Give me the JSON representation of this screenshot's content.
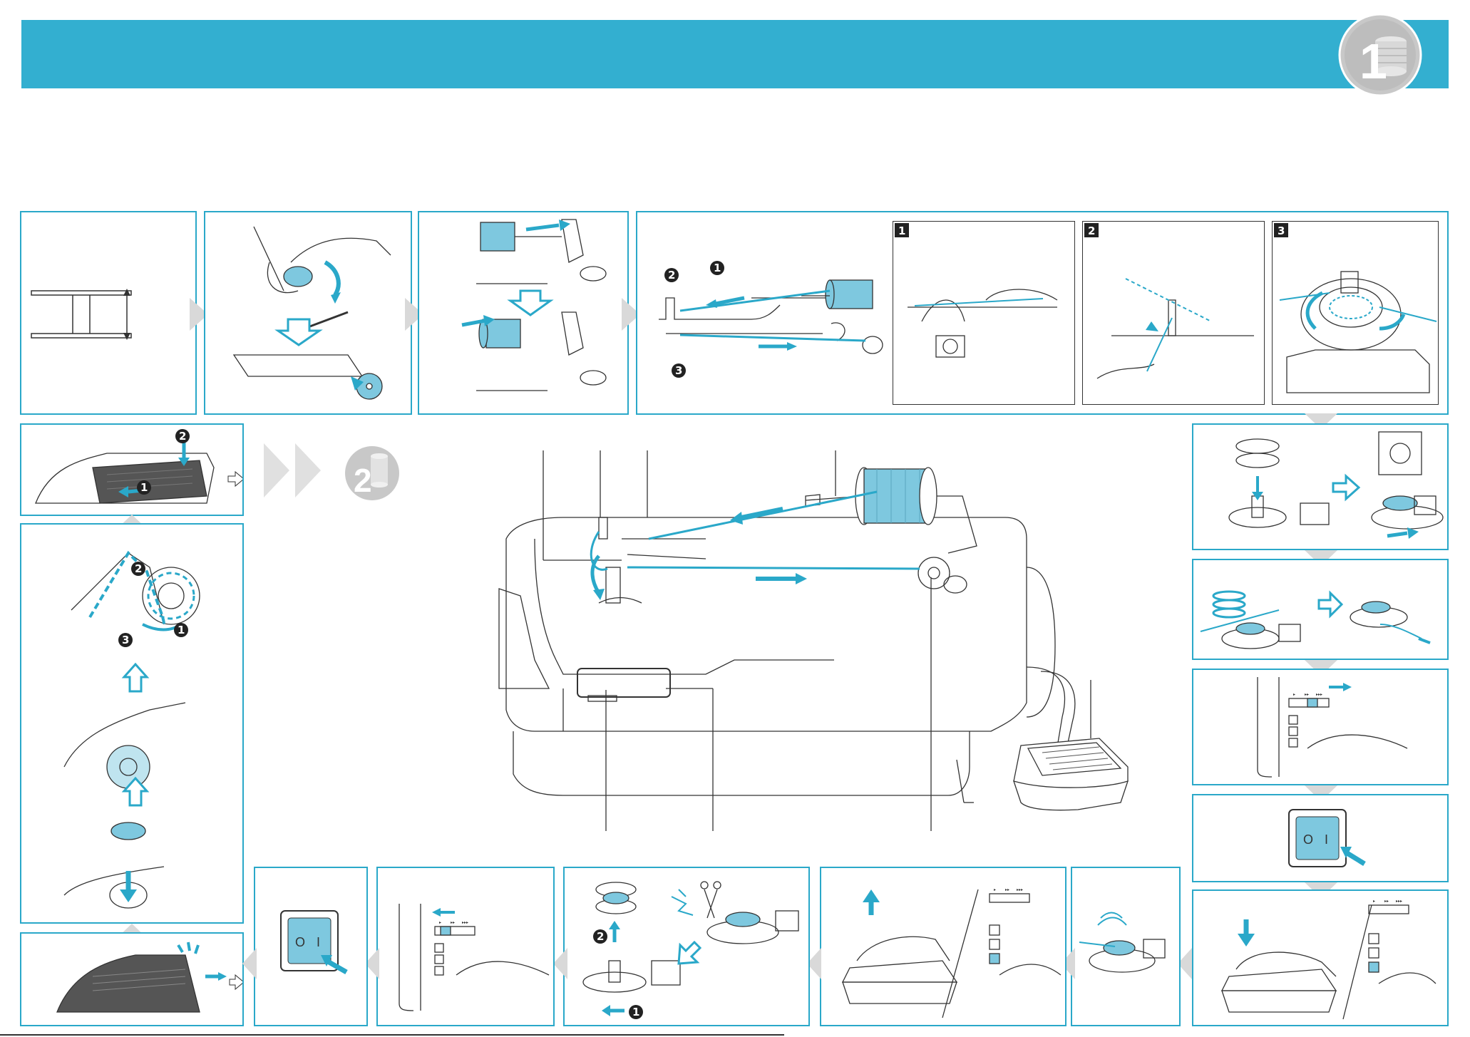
{
  "header": {
    "banner_color": "#33afd0",
    "step_badge": "1",
    "step_badge_icon": "thread-spool-icon"
  },
  "accent_color": "#2aa8c9",
  "thread_color": "#7ec8df",
  "next_section_badge": "2",
  "markers": [
    "1",
    "2",
    "3"
  ],
  "switch": {
    "off_symbol": "O",
    "on_symbol": "I"
  },
  "speed_slider_ticks": [
    "▸",
    "▸▸",
    "▸▸▸"
  ]
}
